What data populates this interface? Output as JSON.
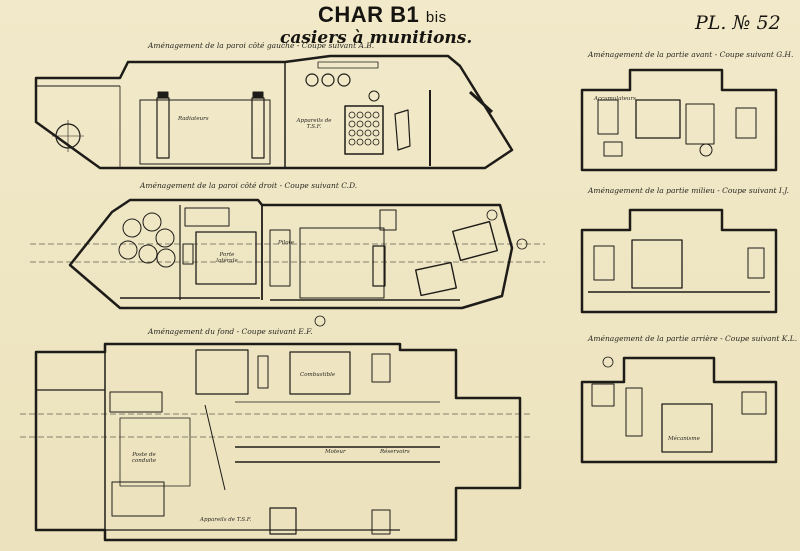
{
  "header": {
    "title": "CHAR B1",
    "title_suffix": "bis",
    "subtitle": "casiers à munitions.",
    "plate": "PL. № 52"
  },
  "captions": {
    "top_left": "Aménagement de la paroi côté gauche - Coupe suivant A.B.",
    "mid_left": "Aménagement de la paroi côté droit - Coupe suivant C.D.",
    "bottom_left": "Aménagement du fond - Coupe suivant E.F.",
    "right_top": "Aménagement de la partie avant - Coupe suivant G.H.",
    "right_mid": "Aménagement de la partie milieu - Coupe suivant I.J.",
    "right_bottom": "Aménagement de la partie arrière - Coupe suivant K.L."
  },
  "labels": {
    "radiateurs": "Radiateurs",
    "appareils_tsf": "Appareils de T.S.F.",
    "porte_laterale": "Porte latérale",
    "pilote": "Pilote",
    "combustible": "Combustible",
    "moteur": "Moteur",
    "reservoirs": "Réservoirs",
    "poste_conduite": "Poste de conduite",
    "appareils_tsf_bottom": "Appareils de T.S.F.",
    "accumulateurs": "Accumulateurs",
    "mecanisme": "Mécanisme"
  },
  "colors": {
    "paper": "#efe6c3",
    "ink": "#1e1c18"
  }
}
